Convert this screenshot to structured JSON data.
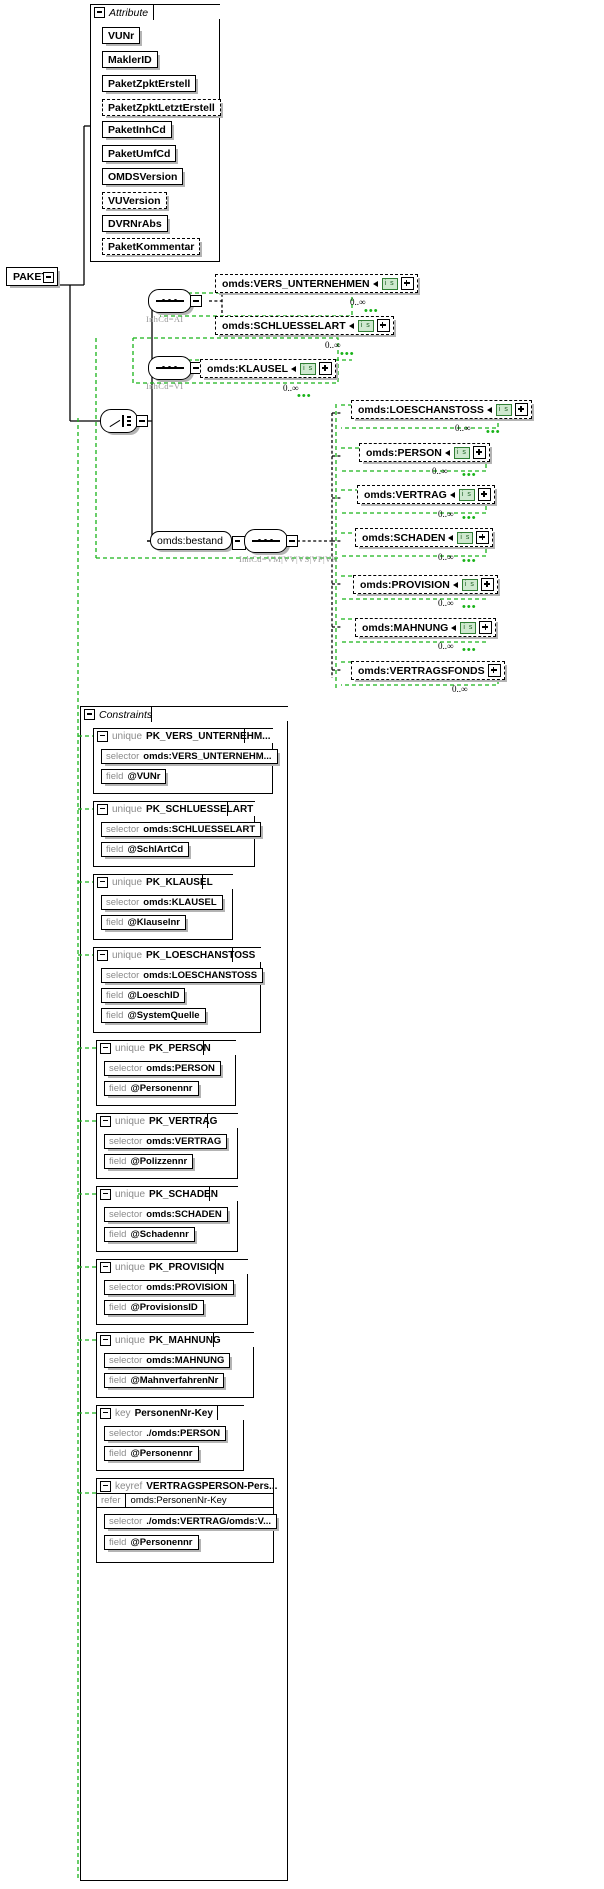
{
  "diagram": {
    "root": {
      "label": "PAKET"
    },
    "attribute_group": {
      "title": "Attribute",
      "items": [
        {
          "label": "VUNr",
          "optional": false
        },
        {
          "label": "MaklerID",
          "optional": false
        },
        {
          "label": "PaketZpktErstell",
          "optional": false
        },
        {
          "label": "PaketZpktLetztErstell",
          "optional": true
        },
        {
          "label": "PaketInhCd",
          "optional": false
        },
        {
          "label": "PaketUmfCd",
          "optional": false
        },
        {
          "label": "OMDSVersion",
          "optional": false
        },
        {
          "label": "VUVersion",
          "optional": true
        },
        {
          "label": "DVRNrAbs",
          "optional": false
        },
        {
          "label": "PaketKommentar",
          "optional": true
        }
      ]
    },
    "compositors": [
      {
        "id": "seq-ai",
        "type": "sequence",
        "annotation": "InhCd=AI"
      },
      {
        "id": "seq-vi",
        "type": "sequence",
        "annotation": "InhCd=VI"
      },
      {
        "id": "choice-root",
        "type": "choice",
        "annotation": ""
      },
      {
        "id": "seq-bestand",
        "type": "sequence",
        "annotation": "InhCd=VM|VV|VS|VP|VK"
      }
    ],
    "bestand_node": {
      "label": "omds:bestand"
    },
    "elements": [
      {
        "label": "omds:VERS_UNTERNEHMEN",
        "badge": "i s",
        "occurrence": "0..∞"
      },
      {
        "label": "omds:SCHLUESSELART",
        "badge": "i s",
        "occurrence": "0..∞"
      },
      {
        "label": "omds:KLAUSEL",
        "badge": "i s",
        "occurrence": "0..∞"
      },
      {
        "label": "omds:LOESCHANSTOSS",
        "badge": "i s",
        "occurrence": "0..∞"
      },
      {
        "label": "omds:PERSON",
        "badge": "i s",
        "occurrence": "0..∞"
      },
      {
        "label": "omds:VERTRAG",
        "badge": "i s",
        "occurrence": "0..∞"
      },
      {
        "label": "omds:SCHADEN",
        "badge": "i s",
        "occurrence": "0..∞"
      },
      {
        "label": "omds:PROVISION",
        "badge": "i s",
        "occurrence": "0..∞"
      },
      {
        "label": "omds:MAHNUNG",
        "badge": "i s",
        "occurrence": "0..∞"
      },
      {
        "label": "omds:VERTRAGSFONDS",
        "badge": "",
        "occurrence": "0..∞"
      }
    ],
    "constraints_group": {
      "title": "Constraints",
      "items": [
        {
          "kind": "unique",
          "name": "PK_VERS_UNTERNEHM...",
          "rows": [
            {
              "key": "selector",
              "value": "omds:VERS_UNTERNEHM..."
            },
            {
              "key": "field",
              "value": "@VUNr"
            }
          ]
        },
        {
          "kind": "unique",
          "name": "PK_SCHLUESSELART",
          "rows": [
            {
              "key": "selector",
              "value": "omds:SCHLUESSELART"
            },
            {
              "key": "field",
              "value": "@SchlArtCd"
            }
          ]
        },
        {
          "kind": "unique",
          "name": "PK_KLAUSEL",
          "rows": [
            {
              "key": "selector",
              "value": "omds:KLAUSEL"
            },
            {
              "key": "field",
              "value": "@Klauselnr"
            }
          ]
        },
        {
          "kind": "unique",
          "name": "PK_LOESCHANSTOSS",
          "rows": [
            {
              "key": "selector",
              "value": "omds:LOESCHANSTOSS"
            },
            {
              "key": "field",
              "value": "@LoeschID"
            },
            {
              "key": "field",
              "value": "@SystemQuelle"
            }
          ]
        },
        {
          "kind": "unique",
          "name": "PK_PERSON",
          "rows": [
            {
              "key": "selector",
              "value": "omds:PERSON"
            },
            {
              "key": "field",
              "value": "@Personennr"
            }
          ]
        },
        {
          "kind": "unique",
          "name": "PK_VERTRAG",
          "rows": [
            {
              "key": "selector",
              "value": "omds:VERTRAG"
            },
            {
              "key": "field",
              "value": "@Polizzennr"
            }
          ]
        },
        {
          "kind": "unique",
          "name": "PK_SCHADEN",
          "rows": [
            {
              "key": "selector",
              "value": "omds:SCHADEN"
            },
            {
              "key": "field",
              "value": "@Schadennr"
            }
          ]
        },
        {
          "kind": "unique",
          "name": "PK_PROVISION",
          "rows": [
            {
              "key": "selector",
              "value": "omds:PROVISION"
            },
            {
              "key": "field",
              "value": "@ProvisionsID"
            }
          ]
        },
        {
          "kind": "unique",
          "name": "PK_MAHNUNG",
          "rows": [
            {
              "key": "selector",
              "value": "omds:MAHNUNG"
            },
            {
              "key": "field",
              "value": "@MahnverfahrenNr"
            }
          ]
        },
        {
          "kind": "key",
          "name": "PersonenNr-Key",
          "rows": [
            {
              "key": "selector",
              "value": "./omds:PERSON"
            },
            {
              "key": "field",
              "value": "@Personennr"
            }
          ]
        },
        {
          "kind": "keyref",
          "name": "VERTRAGSPERSON-Pers...",
          "refer": {
            "key": "refer",
            "value": "omds:PersonenNr-Key"
          },
          "rows": [
            {
              "key": "selector",
              "value": "./omds:VERTRAG/omds:V..."
            },
            {
              "key": "field",
              "value": "@Personennr"
            }
          ]
        }
      ]
    },
    "colors": {
      "line": "#000000",
      "green_ref": "#19b319",
      "badge_bg": "#cfe9cf",
      "badge_border": "#2e7d32",
      "annotation_gray": "#9a9a9a",
      "shadow": "#b4b4b4"
    }
  }
}
